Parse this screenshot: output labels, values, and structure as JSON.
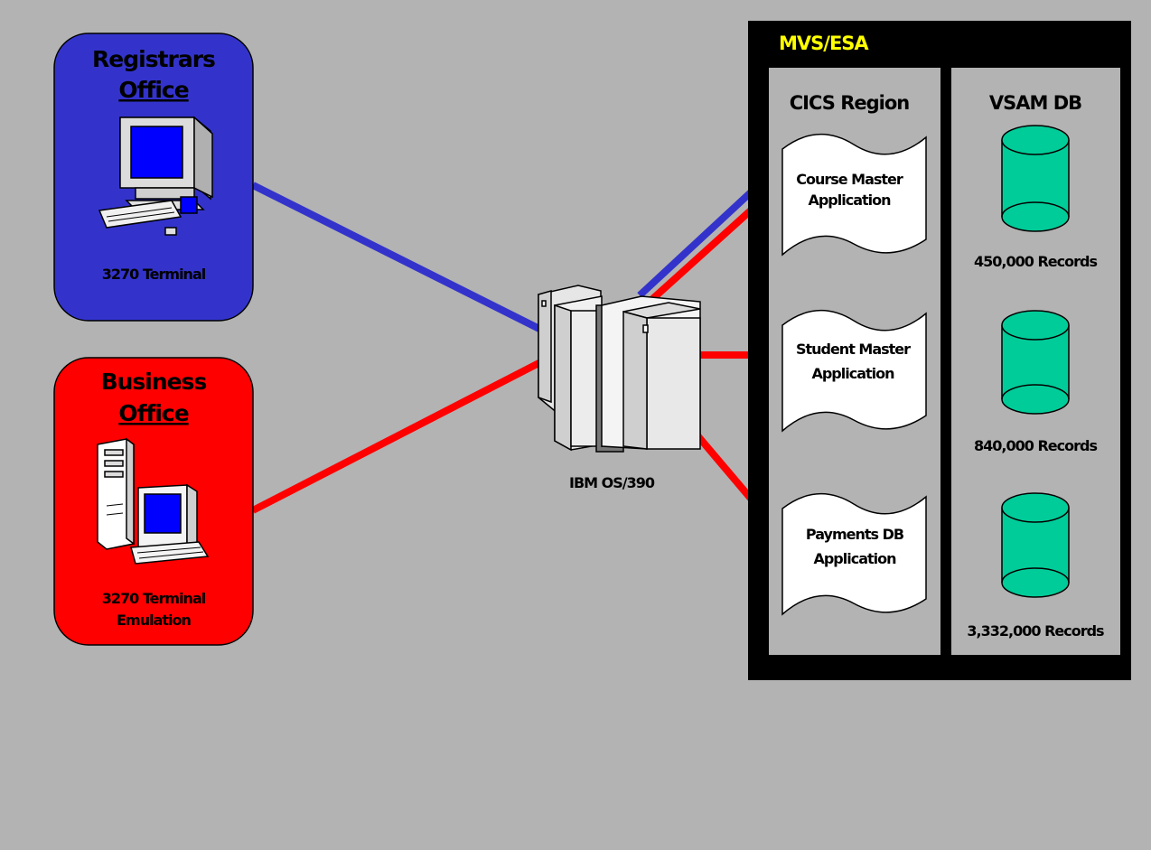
{
  "colors": {
    "background": "#b3b3b3",
    "registrars_fill": "#3333cc",
    "business_fill": "#ff0000",
    "link_blue": "#3333cc",
    "link_red": "#ff0000",
    "mvs_frame": "#000000",
    "mvs_label": "#ffff00",
    "panel": "#b3b3b3",
    "cylinder": "#00cc99",
    "doc_fill": "#ffffff"
  },
  "offices": {
    "registrars": {
      "title_line1": "Registrars",
      "title_line2": "Office",
      "device_label": "3270 Terminal",
      "icon": "crt-terminal-icon"
    },
    "business": {
      "title_line1": "Business",
      "title_line2": "Office",
      "device_label_line1": "3270 Terminal",
      "device_label_line2": "Emulation",
      "icon": "pc-tower-icon"
    }
  },
  "mainframe": {
    "label": "IBM OS/390",
    "icon": "mainframe-icon"
  },
  "mvs": {
    "label": "MVS/ESA",
    "cics": {
      "title": "CICS Region",
      "apps": [
        {
          "line1": "Course Master",
          "line2": "Application"
        },
        {
          "line1": "Student Master",
          "line2": "Application"
        },
        {
          "line1": "Payments DB",
          "line2": "Application"
        }
      ]
    },
    "vsam": {
      "title": "VSAM DB",
      "databases": [
        {
          "records": "450,000 Records"
        },
        {
          "records": "840,000 Records"
        },
        {
          "records": "3,332,000 Records"
        }
      ]
    }
  }
}
